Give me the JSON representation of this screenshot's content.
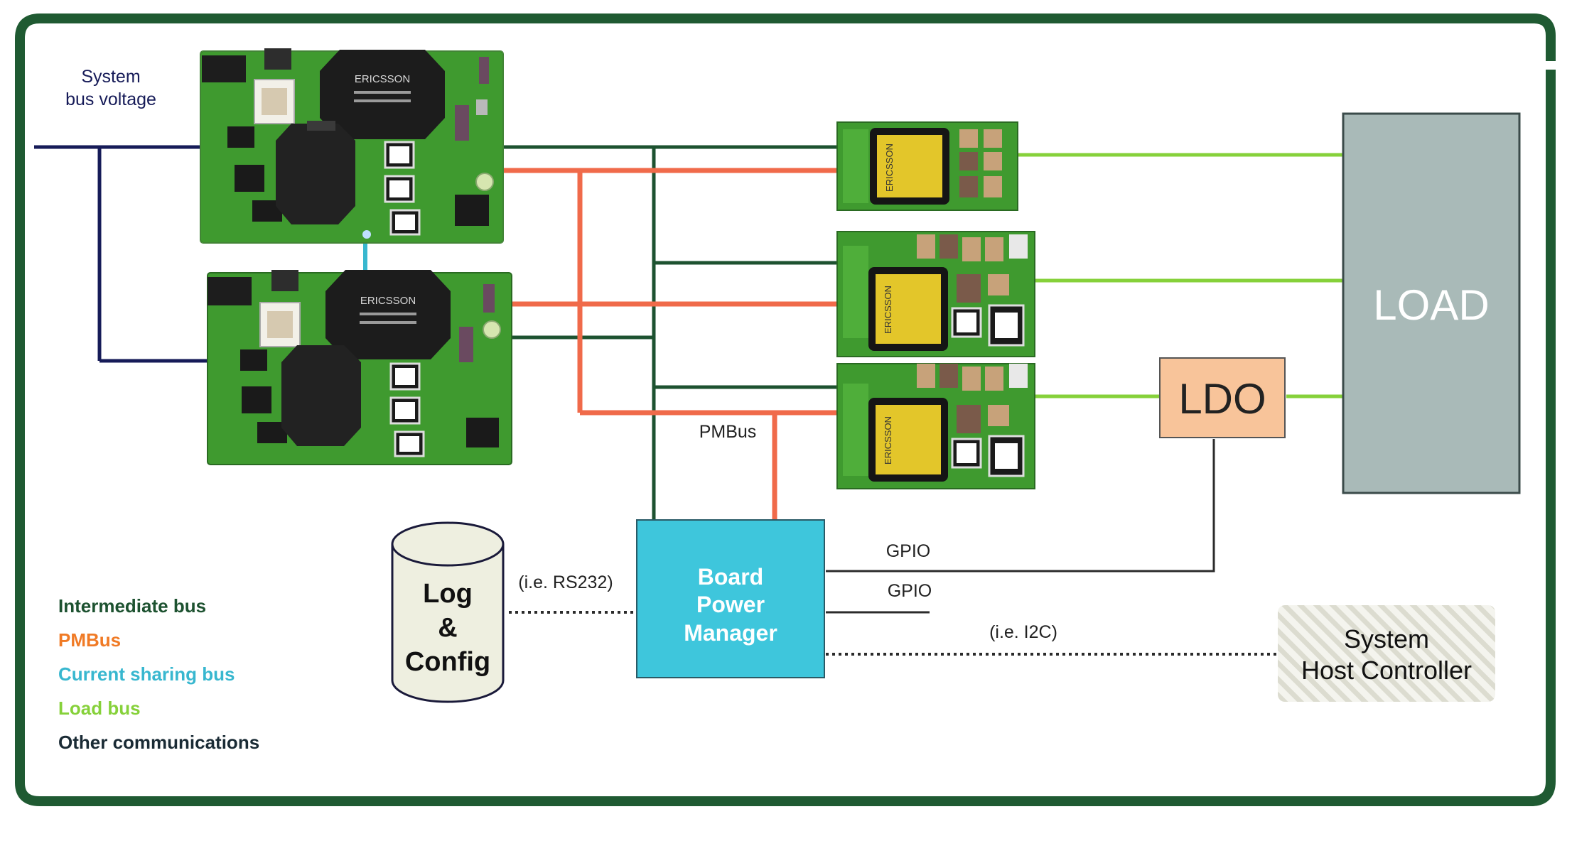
{
  "colors": {
    "frame": "#1f5a32",
    "intermediate_bus": "#1d5230",
    "pmbus": "#f06a4a",
    "current_sharing": "#38b7cf",
    "load_bus": "#86d13a",
    "system_bus": "#161b58",
    "other_comm": "#2b2b2b",
    "load_box": "#a9bab8",
    "ldo_box": "#f8c49a",
    "manager_box": "#3ec6dc",
    "pcb_green": "#3f9a2f",
    "chip_yellow": "#e3c62a"
  },
  "labels": {
    "system_bus_line1": "System",
    "system_bus_line2": "bus voltage",
    "pmbus": "PMBus",
    "gpio_top": "GPIO",
    "gpio_bottom": "GPIO",
    "rs232": "(i.e. RS232)",
    "i2c": "(i.e. I2C)"
  },
  "boxes": {
    "load": "LOAD",
    "ldo": "LDO",
    "manager_line1": "Board",
    "manager_line2": "Power",
    "manager_line3": "Manager",
    "log_line1": "Log",
    "log_line2": "&",
    "log_line3": "Config",
    "host_line1": "System",
    "host_line2": "Host Controller"
  },
  "module_text": {
    "brand": "ERICSSON"
  },
  "legend": [
    {
      "label": "Intermediate bus",
      "color": "#1d5230"
    },
    {
      "label": "PMBus",
      "color": "#f07a25"
    },
    {
      "label": "Current sharing bus",
      "color": "#38b7cf"
    },
    {
      "label": "Load bus",
      "color": "#86d13a"
    },
    {
      "label": "Other communications",
      "color": "#1a2b35"
    }
  ]
}
